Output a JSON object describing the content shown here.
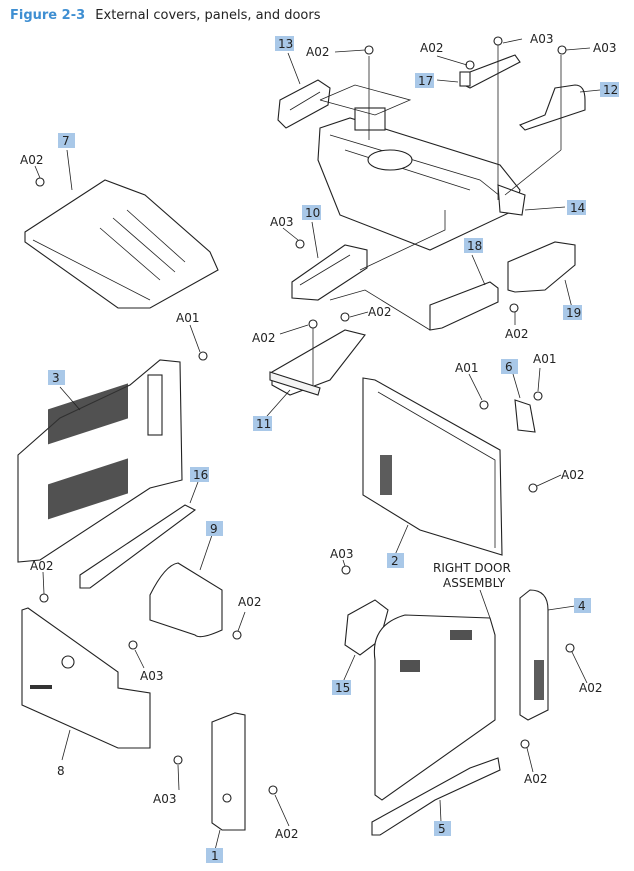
{
  "figure": {
    "number_label": "Figure 2-3",
    "caption": "External covers, panels, and doors",
    "accent_color": "#3f8fd2",
    "callout_highlight_color": "#a9c8e8"
  },
  "callouts": {
    "c1": "1",
    "c2": "2",
    "c3": "3",
    "c4": "4",
    "c5": "5",
    "c6": "6",
    "c7": "7",
    "c8": "8",
    "c9": "9",
    "c10": "10",
    "c11": "11",
    "c12": "12",
    "c13": "13",
    "c14": "14",
    "c15": "15",
    "c16": "16",
    "c17": "17",
    "c18": "18",
    "c19": "19"
  },
  "screw_labels": {
    "a01": "A01",
    "a02": "A02",
    "a03": "A03"
  },
  "assembly_label": {
    "line1": "RIGHT DOOR",
    "line2": "ASSEMBLY"
  }
}
